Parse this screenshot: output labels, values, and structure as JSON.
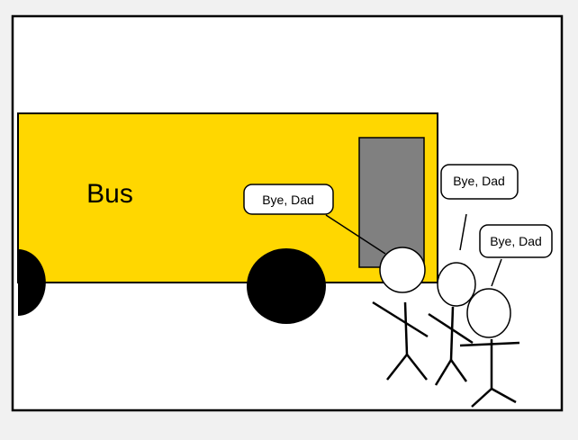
{
  "bus": {
    "label": "Bus",
    "body_color": "#FFD700",
    "door_color": "#808080",
    "wheel_color": "#000000"
  },
  "speech_bubbles": [
    {
      "text": "Bye, Dad"
    },
    {
      "text": "Bye, Dad"
    },
    {
      "text": "Bye, Dad"
    }
  ],
  "colors": {
    "panel_background": "#FFFFFF",
    "outline": "#000000",
    "page_background": "#F1F1F1"
  }
}
